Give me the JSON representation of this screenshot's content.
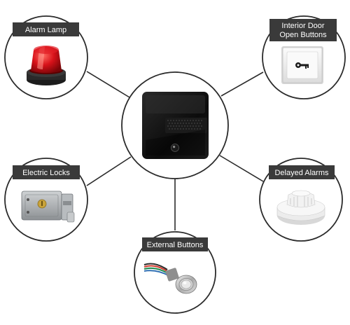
{
  "center": {
    "name": "Access control terminal"
  },
  "peripherals": [
    {
      "id": "alarm-lamp",
      "label_lines": [
        "Alarm Lamp"
      ],
      "icon": "red-beacon-icon"
    },
    {
      "id": "interior-door",
      "label_lines": [
        "Interior Door",
        "Open Buttons"
      ],
      "icon": "key-button-icon"
    },
    {
      "id": "electric-locks",
      "label_lines": [
        "Electric Locks"
      ],
      "icon": "electric-lock-icon"
    },
    {
      "id": "delayed-alarms",
      "label_lines": [
        "Delayed Alarms"
      ],
      "icon": "smoke-detector-icon"
    },
    {
      "id": "external-buttons",
      "label_lines": [
        "External Buttons"
      ],
      "icon": "push-button-icon"
    }
  ],
  "colors": {
    "outline": "#2b2b2b",
    "label_bg": "#3a3a3a",
    "label_text": "#ffffff",
    "beacon_red": "#d8121a",
    "device_black": "#111111"
  }
}
